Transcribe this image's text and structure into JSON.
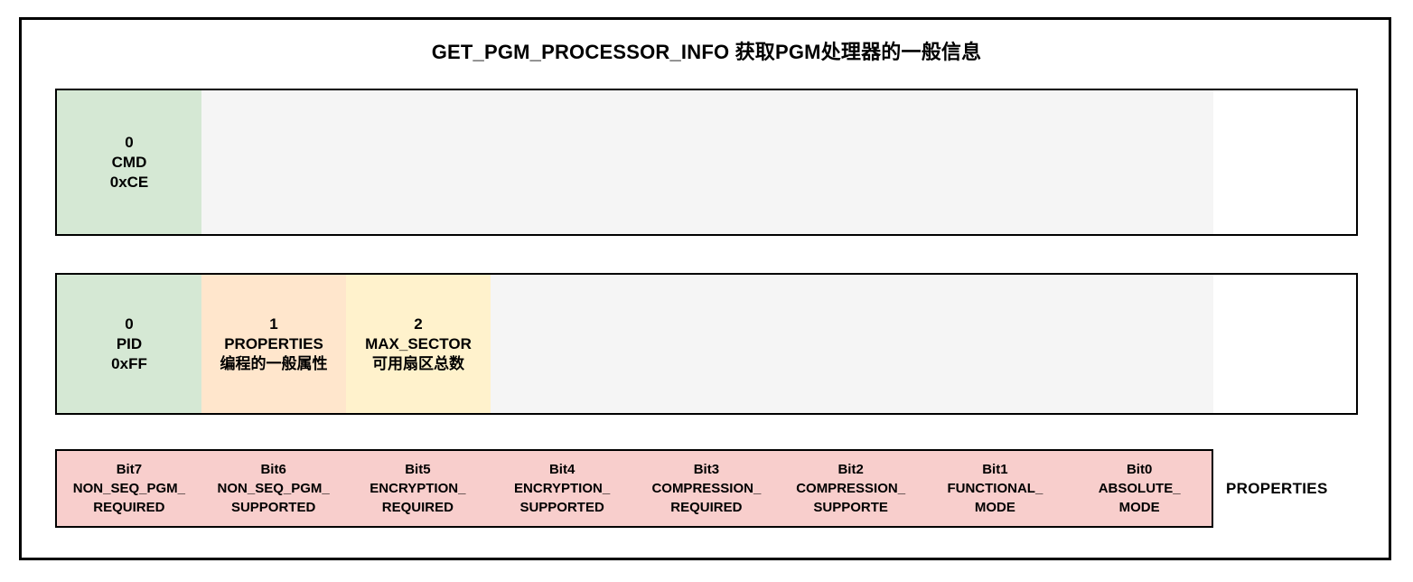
{
  "title": "GET_PGM_PROCESSOR_INFO 获取PGM处理器的一般信息",
  "colors": {
    "green": "#d5e8d4",
    "orange": "#ffe6cc",
    "yellow": "#fff2cc",
    "pink": "#f8cecc",
    "gray": "#f5f5f5",
    "border": "#000000"
  },
  "cmd_row": {
    "cells": [
      {
        "index": "0",
        "name": "CMD",
        "value": "0xCE"
      }
    ]
  },
  "pid_row": {
    "cells": [
      {
        "index": "0",
        "name": "PID",
        "value": "0xFF"
      },
      {
        "index": "1",
        "name": "PROPERTIES",
        "value": "编程的一般属性"
      },
      {
        "index": "2",
        "name": "MAX_SECTOR",
        "value": "可用扇区总数"
      }
    ]
  },
  "bits_row": {
    "label": "PROPERTIES",
    "bits": [
      {
        "bit": "Bit7",
        "line1": "NON_SEQ_PGM_",
        "line2": "REQUIRED"
      },
      {
        "bit": "Bit6",
        "line1": "NON_SEQ_PGM_",
        "line2": "SUPPORTED"
      },
      {
        "bit": "Bit5",
        "line1": "ENCRYPTION_",
        "line2": "REQUIRED"
      },
      {
        "bit": "Bit4",
        "line1": "ENCRYPTION_",
        "line2": "SUPPORTED"
      },
      {
        "bit": "Bit3",
        "line1": "COMPRESSION_",
        "line2": "REQUIRED"
      },
      {
        "bit": "Bit2",
        "line1": "COMPRESSION_",
        "line2": "SUPPORTE"
      },
      {
        "bit": "Bit1",
        "line1": "FUNCTIONAL_",
        "line2": "MODE"
      },
      {
        "bit": "Bit0",
        "line1": "ABSOLUTE_",
        "line2": "MODE"
      }
    ]
  }
}
